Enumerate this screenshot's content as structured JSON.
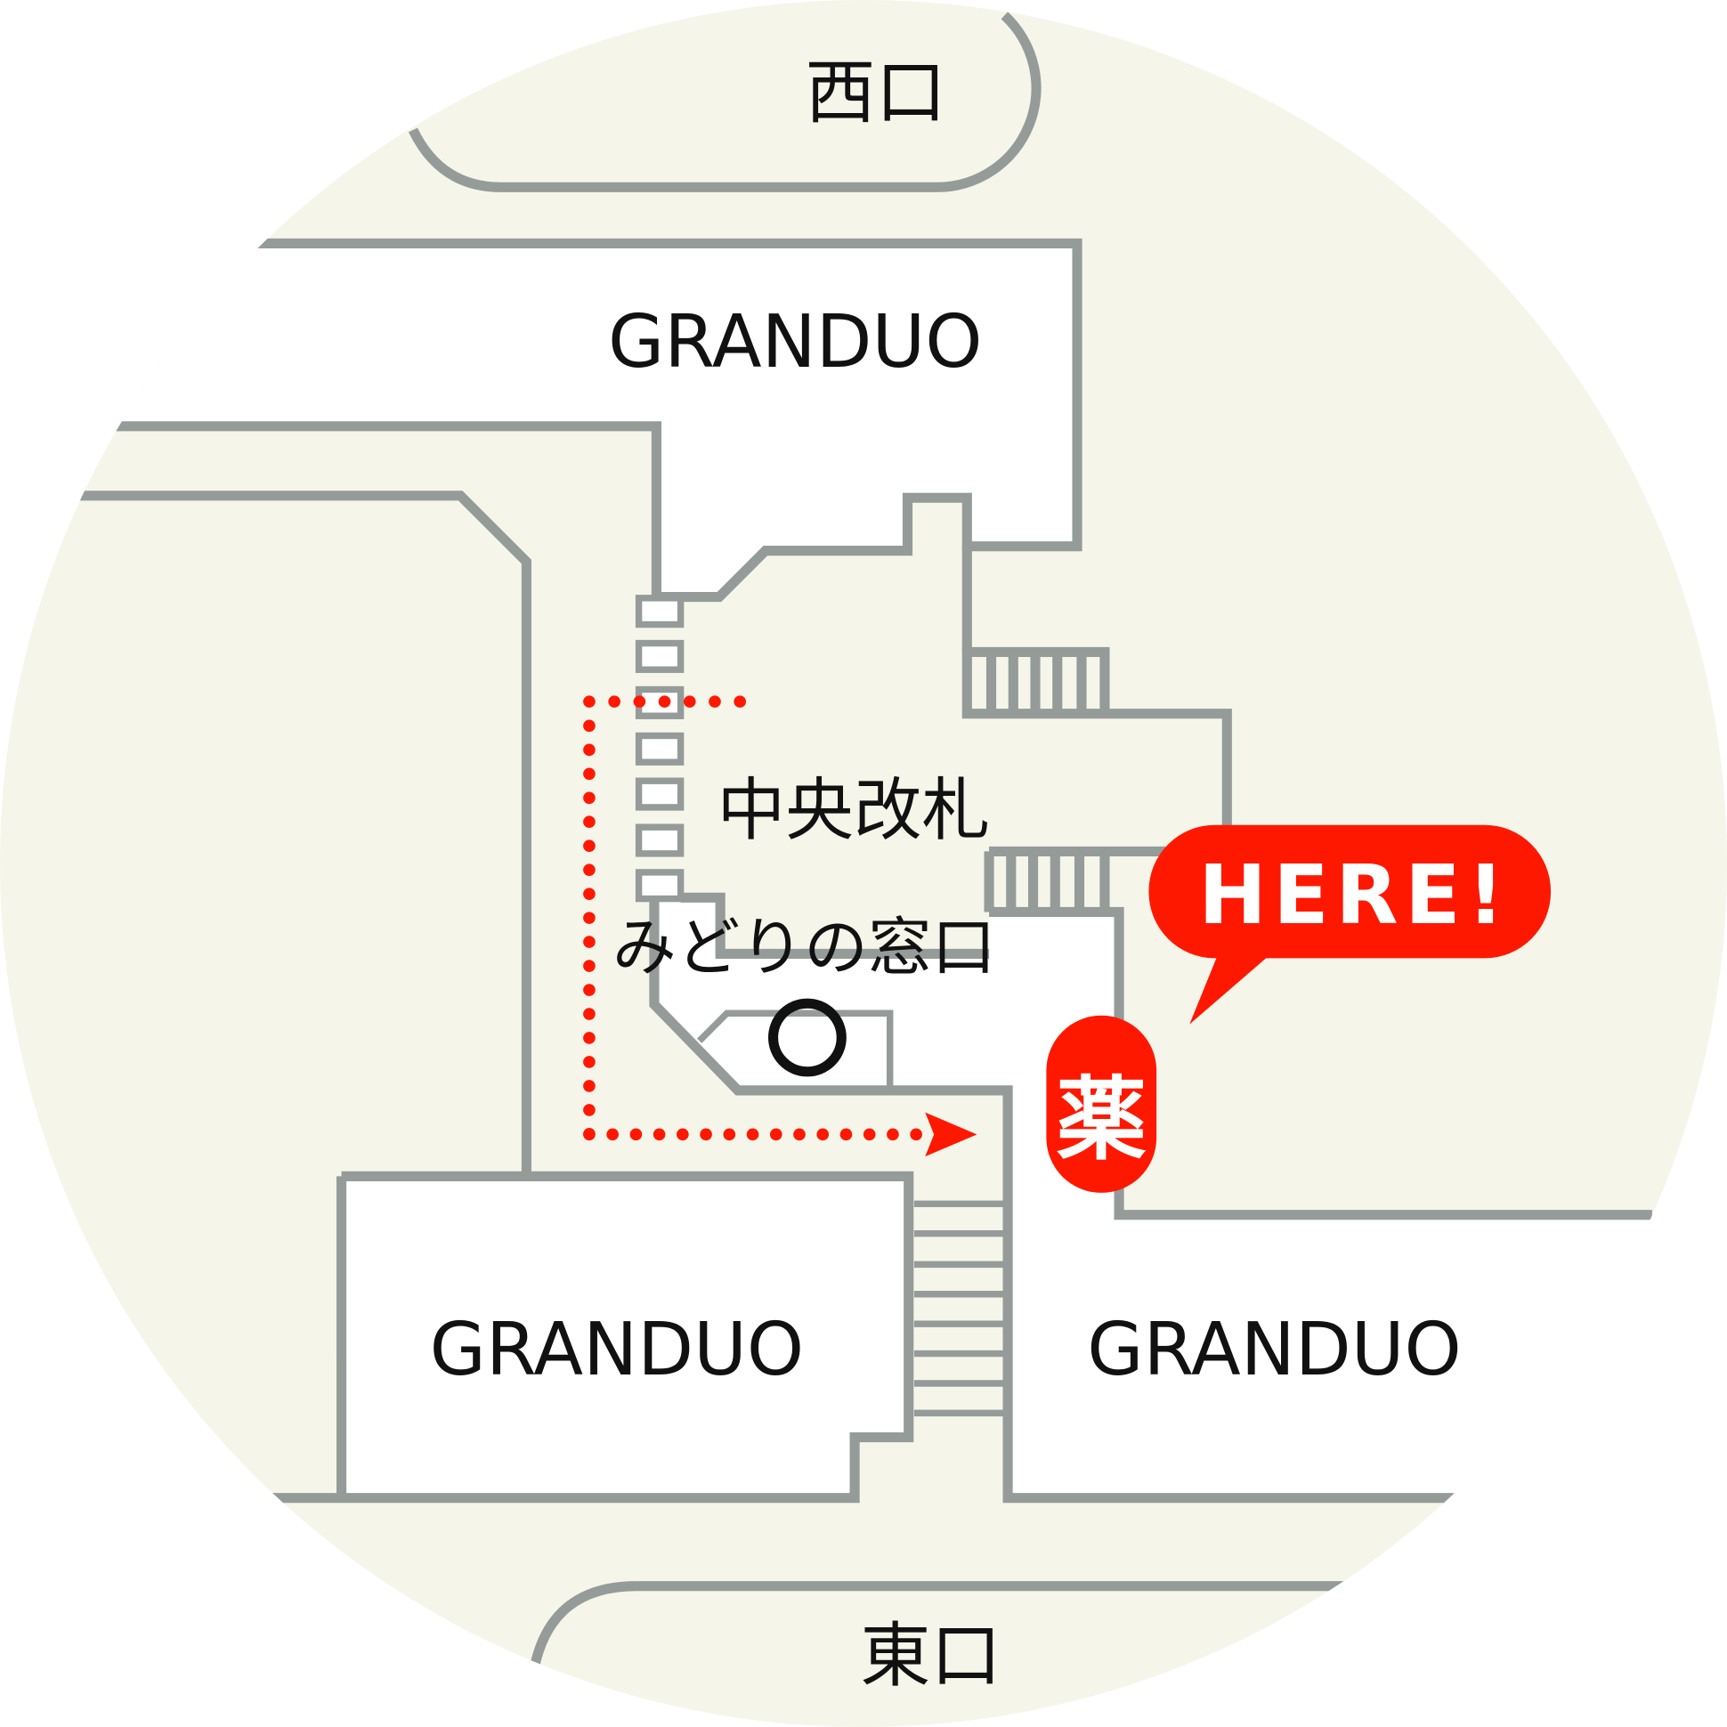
{
  "colors": {
    "background": "#f5f5ea",
    "wall": "#959b99",
    "accent": "#ff1800",
    "building": "#ffffff"
  },
  "labels": {
    "west_exit": "西口",
    "east_exit": "東口",
    "grand_top": "GRANDUO",
    "grand_bottom_left": "GRANDUO",
    "grand_bottom_right": "GRANDUO",
    "central_gate": "中央改札",
    "ticket_office": "みどりの窓口",
    "here": "HERE!",
    "pharmacy": "薬"
  },
  "icons": {
    "ticket_office_marker": "circle-icon",
    "route": "dotted-arrow",
    "here": "speech-bubble"
  }
}
